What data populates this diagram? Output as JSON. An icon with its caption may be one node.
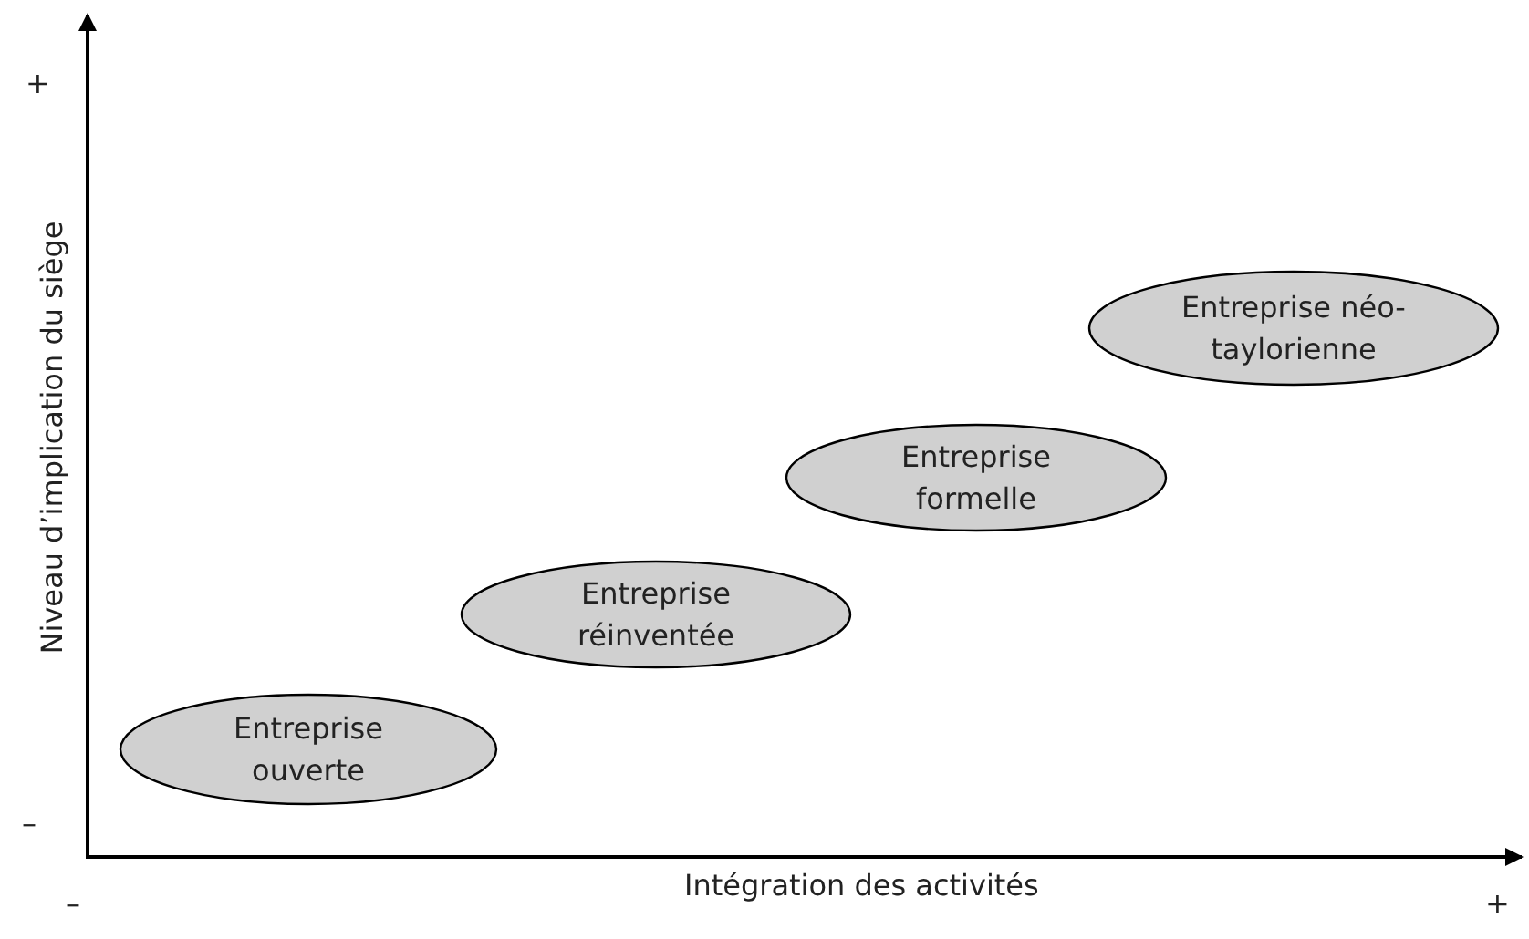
{
  "diagram": {
    "nodes": [
      {
        "text": [
          "Entreprise ouverte"
        ]
      },
      {
        "text": [
          "Entreprise réinventée"
        ]
      },
      {
        "text": [
          "Entreprise formelle"
        ]
      },
      {
        "text": [
          "Entreprise néo-taylorienne"
        ]
      }
    ],
    "labels": [
      "+",
      "Niveau d’implication du siège",
      "–",
      "–",
      "Intégration des activités",
      "+"
    ]
  }
}
